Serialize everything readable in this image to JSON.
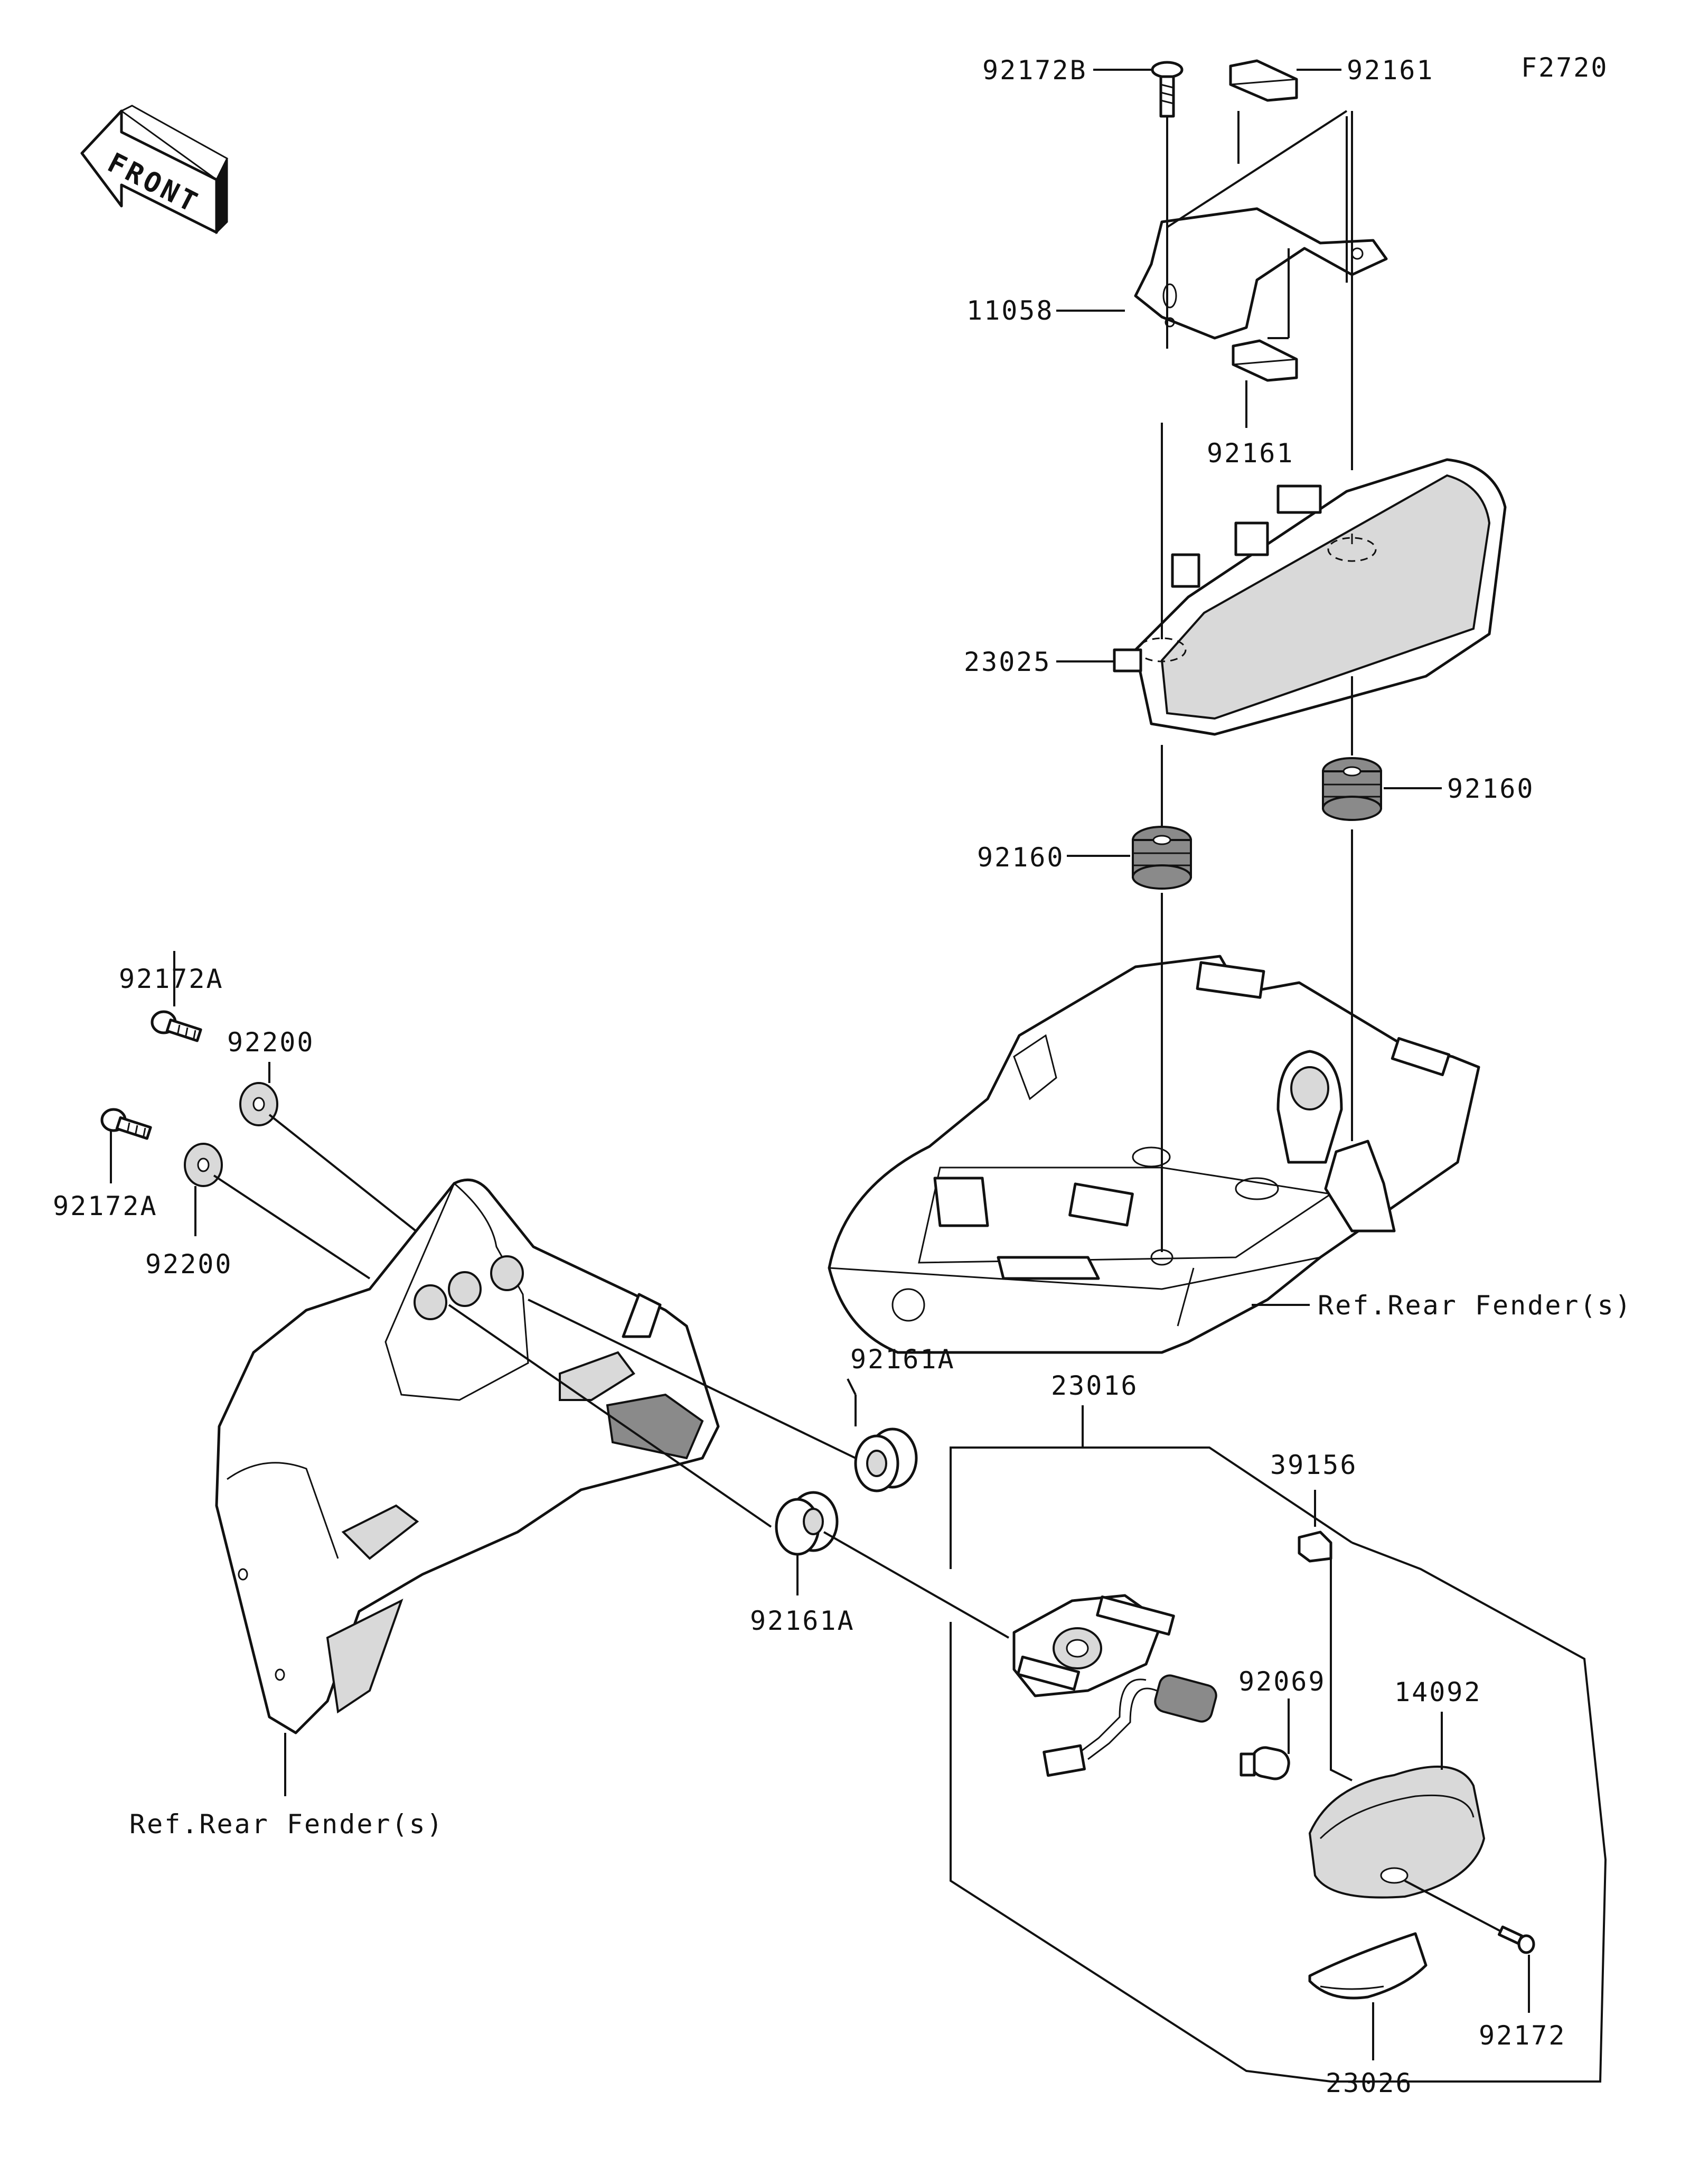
{
  "figure_code": "F2720",
  "front_badge": "FRONT",
  "labels": {
    "p92172B": "92172B",
    "p92161_top": "92161",
    "p11058": "11058",
    "p92161_mid": "92161",
    "p23025": "23025",
    "p92160_right": "92160",
    "p92160_left": "92160",
    "p92172A_top": "92172A",
    "p92200_top": "92200",
    "p92172A_bottom": "92172A",
    "p92200_bottom": "92200",
    "ref_rear_fender_right": "Ref.Rear Fender(s)",
    "ref_rear_fender_left": "Ref.Rear Fender(s)",
    "p92161A_top": "92161A",
    "p92161A_bottom": "92161A",
    "p23016": "23016",
    "p39156": "39156",
    "p92069": "92069",
    "p14092": "14092",
    "p92172": "92172",
    "p23026": "23026"
  }
}
